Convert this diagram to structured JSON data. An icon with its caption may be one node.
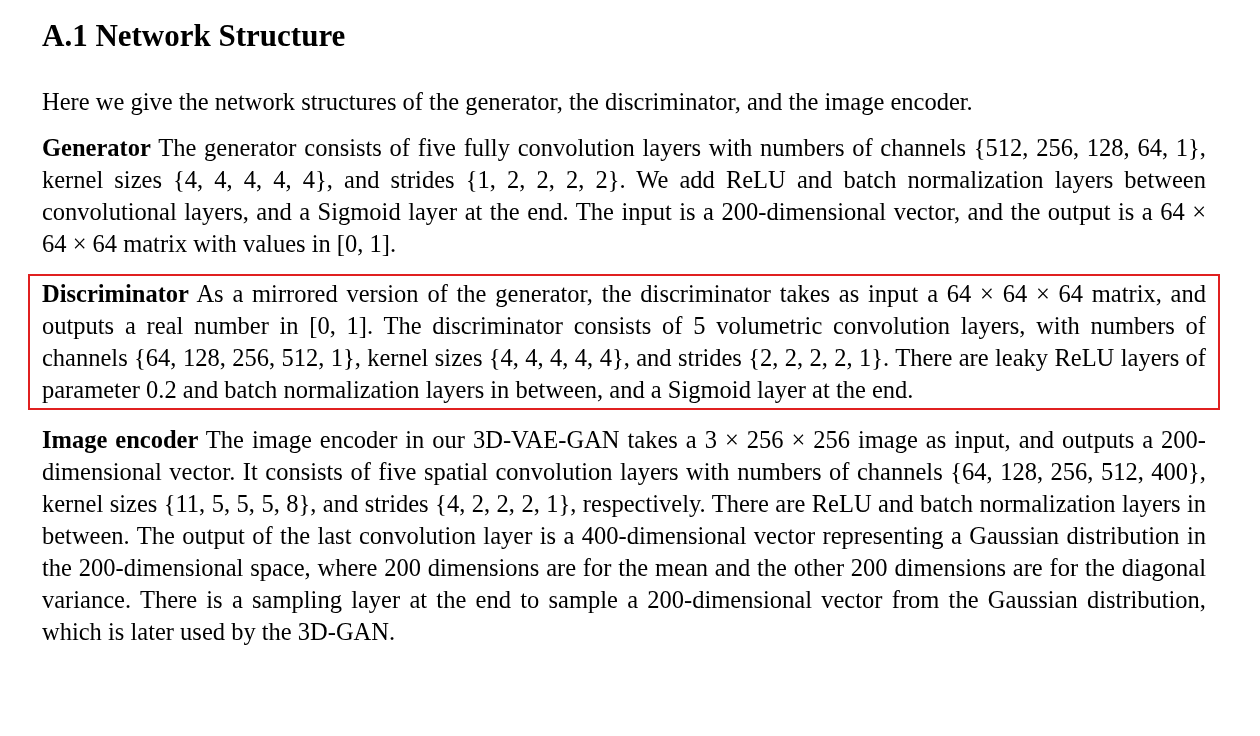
{
  "diagram": {
    "title": "A.1 Network Structure",
    "nodes": [
      {
        "text": [
          "**Discriminator** As a mirrored version of the generator, the discriminator takes as input a 64 × 64 × 64 matrix, and outputs a real number in [0, 1]. The discriminator consists of 5 volumetric convolution layers, with numbers of channels {64, 128, 256, 512, 1}, kernel sizes {4, 4, 4, 4, 4}, and strides {2, 2, 2, 2, 1}. There are leaky ReLU layers of parameter 0.2 and batch normalization layers in between, and a Sigmoid layer at the end."
        ]
      }
    ],
    "edges": [],
    "labels": [
      "Here we give the network structures of the generator, the discriminator, and the image encoder.",
      "**Generator** The generator consists of five fully convolution layers with numbers of channels {512, 256, 128, 64, 1}, kernel sizes {4, 4, 4, 4, 4}, and strides {1, 2, 2, 2, 2}. We add ReLU and batch normalization layers between convolutional layers, and a Sigmoid layer at the end. The input is a 200-dimensional vector, and the output is a 64 × 64 × 64 matrix with values in [0, 1].",
      "**Image encoder** The image encoder in our 3D-VAE-GAN takes a 3 × 256 × 256 image as input, and outputs a 200-dimensional vector. It consists of five spatial convolution layers with numbers of channels {64, 128, 256, 512, 400}, kernel sizes {11, 5, 5, 5, 8}, and strides {4, 2, 2, 2, 1}, respectively. There are ReLU and batch normalization layers in between. The output of the last convolution layer is a 400-dimensional vector representing a Gaussian distribution in the 200-dimensional space, where 200 dimensions are for the mean and the other 200 dimensions are for the diagonal variance. There is a sampling layer at the end to sample a 200-dimensional vector from the Gaussian distribution, which is later used by the 3D-GAN."
    ]
  }
}
